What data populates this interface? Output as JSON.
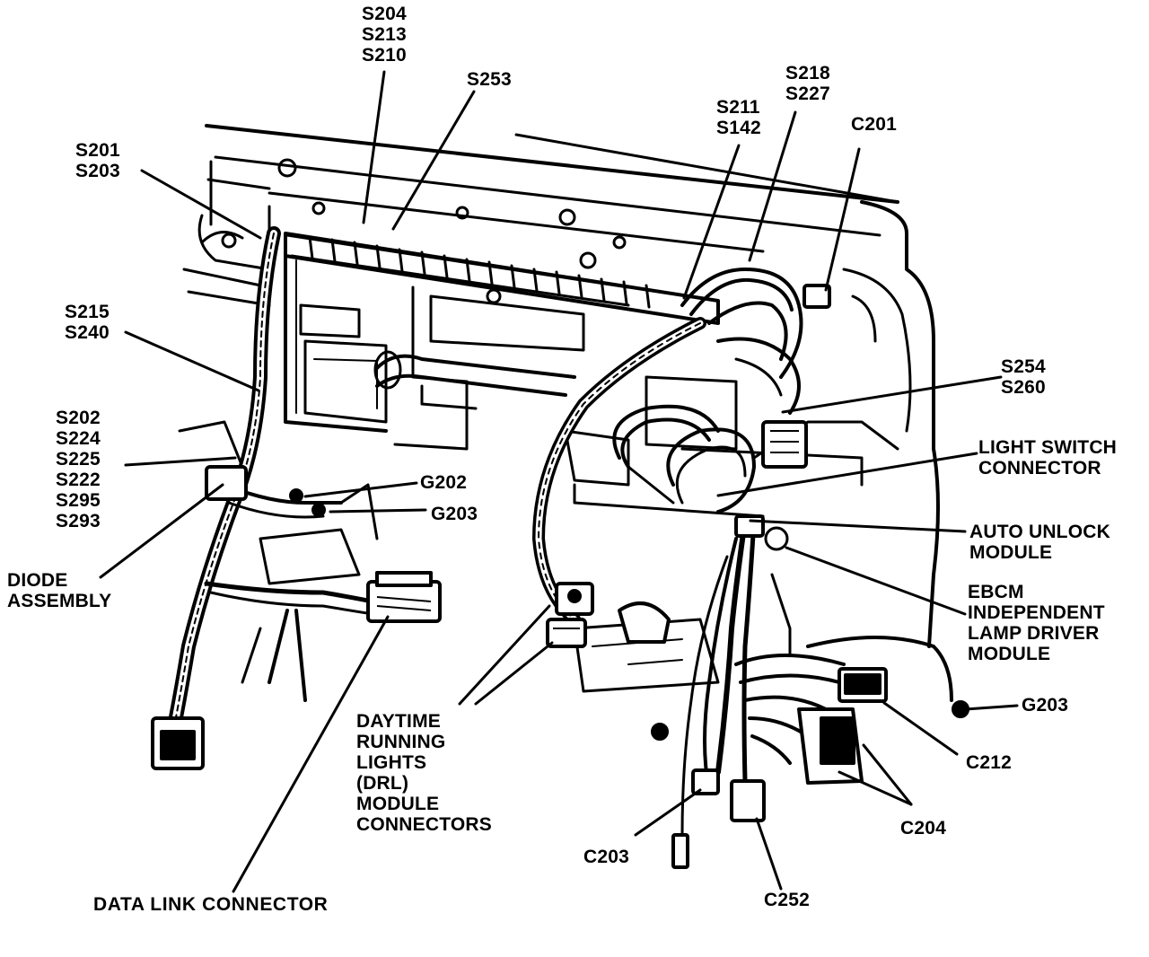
{
  "figure": {
    "line_color": "#000000",
    "background": "#ffffff",
    "subject": "instrument panel wiring harness"
  },
  "labels": {
    "s204": [
      "S204",
      "S213",
      "S210"
    ],
    "s253": [
      "S253"
    ],
    "s218": [
      "S218",
      "S227"
    ],
    "s211": [
      "S211",
      "S142"
    ],
    "c201": [
      "C201"
    ],
    "s201": [
      "S201",
      "S203"
    ],
    "s215": [
      "S215",
      "S240"
    ],
    "s202": [
      "S202",
      "S224",
      "S225",
      "S222",
      "S295",
      "S293"
    ],
    "diode": [
      "DIODE",
      "ASSEMBLY"
    ],
    "g202": [
      "G202"
    ],
    "g203_left": [
      "G203"
    ],
    "s254": [
      "S254",
      "S260"
    ],
    "light_switch": [
      "LIGHT SWITCH",
      "CONNECTOR"
    ],
    "auto_unlock": [
      "AUTO UNLOCK",
      "MODULE"
    ],
    "ebcm": [
      "EBCM",
      "INDEPENDENT",
      "LAMP DRIVER",
      "MODULE"
    ],
    "g203_right": [
      "G203"
    ],
    "c212": [
      "C212"
    ],
    "c204": [
      "C204"
    ],
    "c203": [
      "C203"
    ],
    "c252": [
      "C252"
    ],
    "drl": [
      "DAYTIME",
      "RUNNING",
      "LIGHTS",
      "(DRL)",
      "MODULE",
      "CONNECTORS"
    ],
    "data_link": [
      "DATA LINK CONNECTOR"
    ]
  }
}
